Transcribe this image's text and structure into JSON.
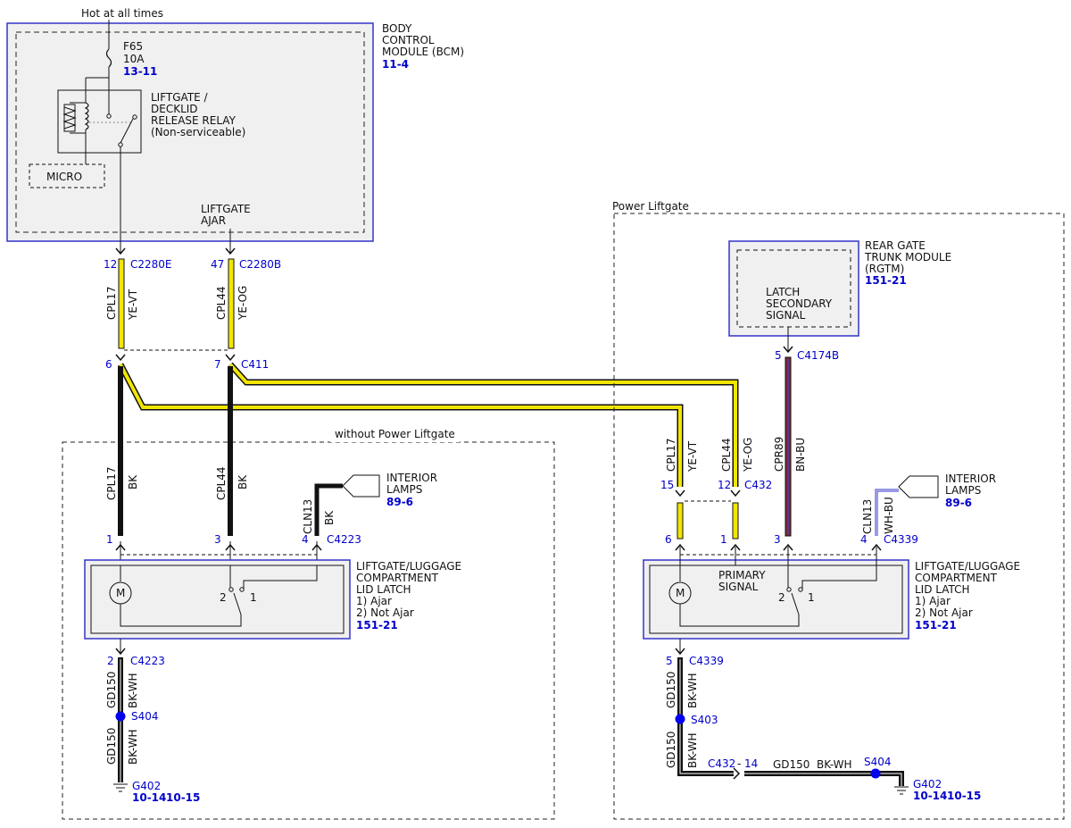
{
  "supply": {
    "hot_at_all_times": "Hot at all times",
    "fuse_name": "F65",
    "fuse_rating": "10A",
    "fuse_ref": "13-11"
  },
  "bcm": {
    "title_lines": [
      "BODY",
      "CONTROL",
      "MODULE (BCM)"
    ],
    "ref": "11-4",
    "relay_lines": [
      "LIFTGATE /",
      "DECKLID",
      "RELEASE RELAY",
      "(Non-serviceable)"
    ],
    "micro": "MICRO",
    "ajar_lines": [
      "LIFTGATE",
      "AJAR"
    ]
  },
  "bcm_pins": {
    "left": {
      "pin": "12",
      "connector": "C2280E",
      "circuit": "CPL17",
      "color": "YE-VT"
    },
    "right": {
      "pin": "47",
      "connector": "C2280B",
      "circuit": "CPL44",
      "color": "YE-OG"
    }
  },
  "c411": {
    "pin_left": "6",
    "pin_right": "7",
    "connector": "C411"
  },
  "without_power_liftgate": {
    "label": "without Power Liftgate",
    "wire_a": {
      "circuit": "CPL17",
      "color": "BK"
    },
    "wire_b": {
      "circuit": "CPL44",
      "color": "BK"
    },
    "wire_c": {
      "circuit": "CLN13",
      "color": "BK"
    },
    "interior_lamps": {
      "lines": [
        "INTERIOR",
        "LAMPS"
      ],
      "ref": "89-6"
    },
    "latch_pins": {
      "p1": "1",
      "p3": "3",
      "p4": "4",
      "connector": "C4223"
    },
    "latch": {
      "lines": [
        "LIFTGATE/LUGGAGE",
        "COMPARTMENT",
        "LID LATCH",
        "1) Ajar",
        "2) Not Ajar"
      ],
      "ref": "151-21",
      "motor": "M",
      "sw2": "2",
      "sw1": "1"
    },
    "ground_pin": {
      "pin": "2",
      "connector": "C4223"
    },
    "ground_wire_1": {
      "circuit": "GD150",
      "color": "BK-WH"
    },
    "splice": "S404",
    "ground_wire_2": {
      "circuit": "GD150",
      "color": "BK-WH"
    },
    "ground": {
      "name": "G402",
      "ref1": "10-14",
      "ref2": "10-15"
    }
  },
  "power_liftgate": {
    "label": "Power Liftgate",
    "rgtm": {
      "title_lines": [
        "REAR GATE",
        "TRUNK MODULE",
        "(RGTM)"
      ],
      "ref": "151-21",
      "signal_lines": [
        "LATCH",
        "SECONDARY",
        "SIGNAL"
      ]
    },
    "rgtm_pin": {
      "pin": "5",
      "connector": "C4174B"
    },
    "wire_cpl17": {
      "circuit": "CPL17",
      "color": "YE-VT"
    },
    "wire_cpl44": {
      "circuit": "CPL44",
      "color": "YE-OG"
    },
    "wire_cpr89": {
      "circuit": "CPR89",
      "color": "BN-BU"
    },
    "c432": {
      "pin_left": "15",
      "pin_right": "12",
      "connector": "C432"
    },
    "interior_lamps": {
      "lines": [
        "INTERIOR",
        "LAMPS"
      ],
      "ref": "89-6"
    },
    "wire_cln13": {
      "circuit": "CLN13",
      "color": "WH-BU"
    },
    "latch_pins": {
      "p6": "6",
      "p1": "1",
      "p3": "3",
      "p4": "4",
      "connector": "C4339"
    },
    "latch": {
      "lines": [
        "LIFTGATE/LUGGAGE",
        "COMPARTMENT",
        "LID LATCH",
        "1) Ajar",
        "2) Not Ajar"
      ],
      "ref": "151-21",
      "primary_lines": [
        "PRIMARY",
        "SIGNAL"
      ],
      "motor": "M",
      "sw2": "2",
      "sw1": "1"
    },
    "ground_pin": {
      "pin": "5",
      "connector": "C4339"
    },
    "ground_wire_1": {
      "circuit": "GD150",
      "color": "BK-WH"
    },
    "splice_s403": "S403",
    "ground_wire_2": {
      "circuit": "GD150",
      "color": "BK-WH"
    },
    "c432_ground": {
      "connector": "C432",
      "pin": "14"
    },
    "ground_wire_3": {
      "circuit": "GD150",
      "color": "BK-WH"
    },
    "splice_s404": "S404",
    "ground": {
      "name": "G402",
      "ref1": "10-14",
      "ref2": "10-15"
    }
  },
  "colors": {
    "module_border": "#3333cc",
    "module_fill": "#f0f0f0",
    "ref_blue": "#0000cc",
    "yellow_wire": "#f2e600",
    "brown_blue_wire": "#7a2c3a",
    "wire_black": "#111111"
  }
}
